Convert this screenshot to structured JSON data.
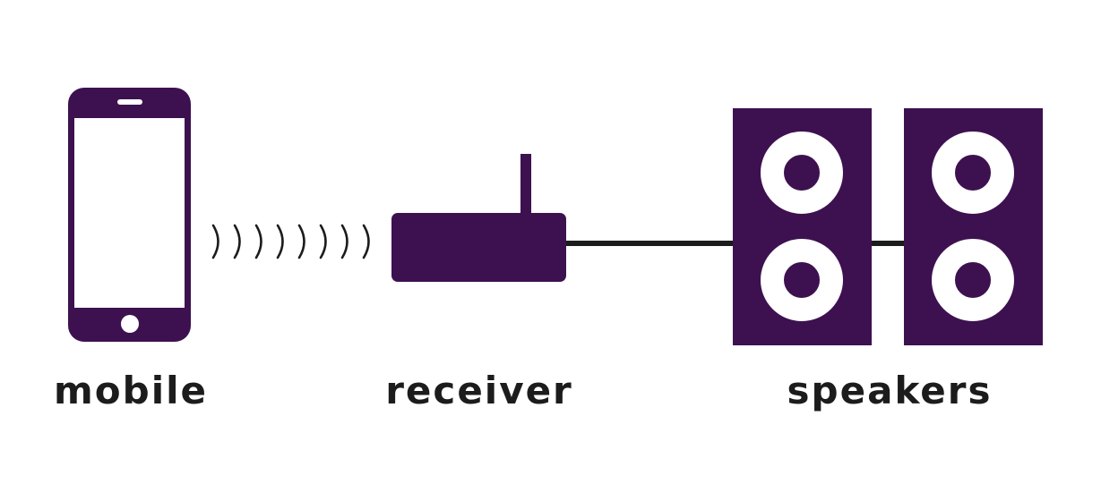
{
  "colors": {
    "device": "#3d1150",
    "cable": "#1c1c1c",
    "screen": "#ffffff",
    "text": "#1c1c1c"
  },
  "labels": {
    "mobile": "mobile",
    "receiver": "receiver",
    "speakers": "speakers"
  },
  "icons": {
    "mobile": "smartphone-icon",
    "wireless": "wireless-signal-icon",
    "receiver": "receiver-icon",
    "speakers": "speaker-icon"
  }
}
